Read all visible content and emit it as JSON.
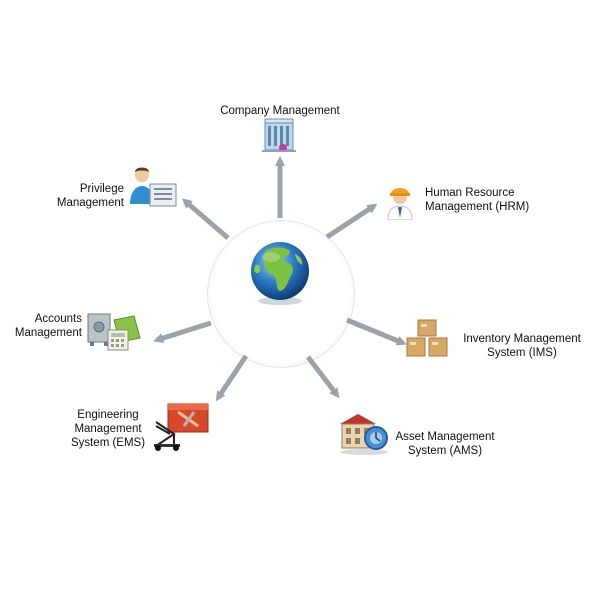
{
  "diagram": {
    "nodes": [
      {
        "id": "company",
        "label": "Company Management",
        "icon": "office-building-icon"
      },
      {
        "id": "hrm",
        "label": "Human Resource\nManagement (HRM)",
        "icon": "worker-hardhat-icon"
      },
      {
        "id": "ims",
        "label": "Inventory Management\nSystem (IMS)",
        "icon": "boxes-icon"
      },
      {
        "id": "ams",
        "label": "Asset Management\nSystem (AMS)",
        "icon": "asset-building-icon"
      },
      {
        "id": "ems",
        "label": "Engineering\nManagement\nSystem (EMS)",
        "icon": "toolbox-cart-icon"
      },
      {
        "id": "accounts",
        "label": "Accounts\nManagement",
        "icon": "safe-calculator-icon"
      },
      {
        "id": "privilege",
        "label": "Privilege\nManagement",
        "icon": "user-checklist-icon"
      }
    ],
    "center_icon": "globe-icon",
    "colors": {
      "arrow": "#9aa3aa",
      "ring": "#e6e6e6"
    }
  }
}
